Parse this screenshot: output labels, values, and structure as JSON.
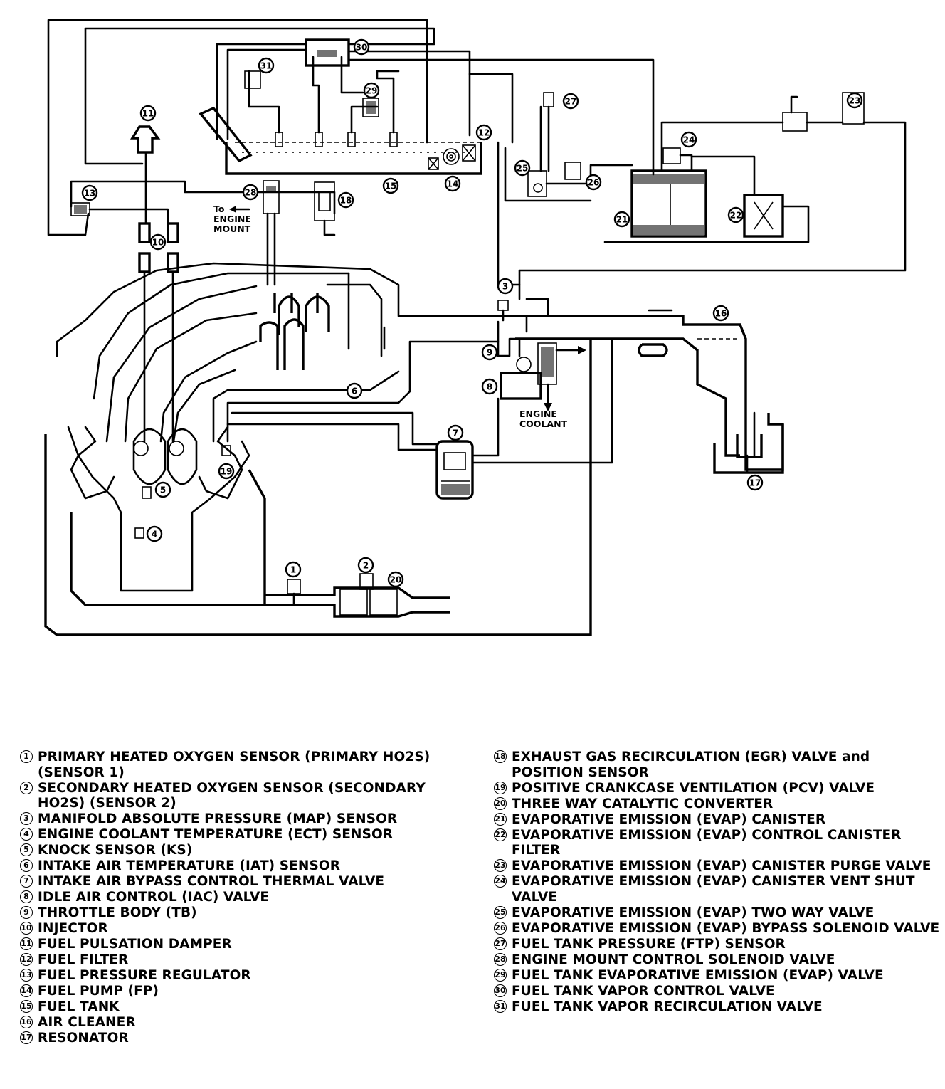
{
  "diagram": {
    "callouts": [
      "1",
      "2",
      "3",
      "4",
      "5",
      "6",
      "7",
      "8",
      "9",
      "10",
      "11",
      "12",
      "13",
      "14",
      "15",
      "16",
      "17",
      "18",
      "19",
      "20",
      "21",
      "22",
      "23",
      "24",
      "25",
      "26",
      "27",
      "28",
      "29",
      "30",
      "31"
    ],
    "labels": {
      "to_engine_mount": [
        "To",
        "ENGINE",
        "MOUNT"
      ],
      "engine_coolant": [
        "ENGINE",
        "COOLANT"
      ]
    }
  },
  "legend_left": [
    {
      "num": "1",
      "text": "PRIMARY HEATED OXYGEN SENSOR (PRIMARY HO2S) (SENSOR 1)"
    },
    {
      "num": "2",
      "text": "SECONDARY HEATED OXYGEN SENSOR (SECONDARY HO2S) (SENSOR 2)"
    },
    {
      "num": "3",
      "text": "MANIFOLD ABSOLUTE PRESSURE (MAP) SENSOR"
    },
    {
      "num": "4",
      "text": "ENGINE COOLANT TEMPERATURE (ECT) SENSOR"
    },
    {
      "num": "5",
      "text": "KNOCK SENSOR (KS)"
    },
    {
      "num": "6",
      "text": "INTAKE AIR TEMPERATURE (IAT) SENSOR"
    },
    {
      "num": "7",
      "text": "INTAKE AIR BYPASS CONTROL THERMAL VALVE"
    },
    {
      "num": "8",
      "text": "IDLE AIR CONTROL (IAC) VALVE"
    },
    {
      "num": "9",
      "text": "THROTTLE BODY (TB)"
    },
    {
      "num": "10",
      "text": "INJECTOR"
    },
    {
      "num": "11",
      "text": "FUEL PULSATION DAMPER"
    },
    {
      "num": "12",
      "text": "FUEL FILTER"
    },
    {
      "num": "13",
      "text": "FUEL PRESSURE REGULATOR"
    },
    {
      "num": "14",
      "text": "FUEL PUMP (FP)"
    },
    {
      "num": "15",
      "text": "FUEL TANK"
    },
    {
      "num": "16",
      "text": "AIR CLEANER"
    },
    {
      "num": "17",
      "text": "RESONATOR"
    }
  ],
  "legend_right": [
    {
      "num": "18",
      "text": "EXHAUST GAS RECIRCULATION (EGR) VALVE and POSITION SENSOR"
    },
    {
      "num": "19",
      "text": "POSITIVE CRANKCASE VENTILATION (PCV) VALVE"
    },
    {
      "num": "20",
      "text": "THREE WAY CATALYTIC CONVERTER"
    },
    {
      "num": "21",
      "text": "EVAPORATIVE EMISSION (EVAP) CANISTER"
    },
    {
      "num": "22",
      "text": "EVAPORATIVE EMISSION (EVAP) CONTROL CANISTER FILTER"
    },
    {
      "num": "23",
      "text": "EVAPORATIVE EMISSION (EVAP) CANISTER PURGE VALVE"
    },
    {
      "num": "24",
      "text": "EVAPORATIVE EMISSION (EVAP) CANISTER VENT SHUT VALVE"
    },
    {
      "num": "25",
      "text": "EVAPORATIVE EMISSION (EVAP) TWO WAY VALVE"
    },
    {
      "num": "26",
      "text": "EVAPORATIVE EMISSION (EVAP) BYPASS SOLENOID VALVE"
    },
    {
      "num": "27",
      "text": "FUEL TANK PRESSURE (FTP) SENSOR"
    },
    {
      "num": "28",
      "text": "ENGINE MOUNT CONTROL SOLENOID VALVE"
    },
    {
      "num": "29",
      "text": "FUEL TANK EVAPORATIVE EMISSION (EVAP) VALVE"
    },
    {
      "num": "30",
      "text": "FUEL TANK VAPOR CONTROL VALVE"
    },
    {
      "num": "31",
      "text": "FUEL TANK VAPOR RECIRCULATION VALVE"
    }
  ]
}
